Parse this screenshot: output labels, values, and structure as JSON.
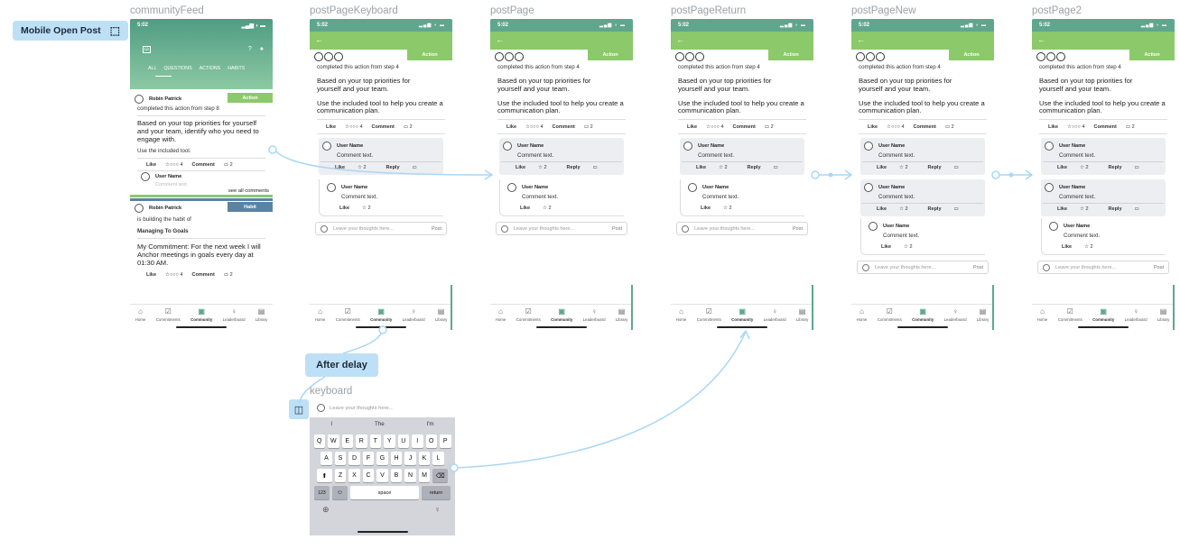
{
  "trigger_label": "Mobile Open Post",
  "delay_label": "After delay",
  "frames": {
    "feed": "communityFeed",
    "keyboard_frame": "postPageKeyboard",
    "post": "postPage",
    "ret": "postPageReturn",
    "newer": "postPageNew",
    "post2": "postPage2",
    "keyboard": "keyboard"
  },
  "status_time": "5:02",
  "tabs": [
    "Home",
    "Commitments",
    "Community",
    "Leaderboard",
    "Library"
  ],
  "feed": {
    "tabs": [
      "ALL",
      "QUESTIONS",
      "ACTIONS",
      "HABITS"
    ],
    "logo": "ω",
    "card1": {
      "user": "Robin Patrick",
      "badge": "Action",
      "sub": "completed this action from step 8",
      "body": "Based on your top priorities for yourself and your team, identify who you need to engage with.",
      "tool": "Use the included tool.",
      "like": "Like",
      "likes": "☆○○○ 4",
      "comment": "Comment",
      "comments": "▭ 2",
      "comment_user": "User Name",
      "comment_text": "Comment text",
      "see_all": "see all comments"
    },
    "card2": {
      "user": "Robin Patrick",
      "badge": "Habit",
      "sub": "is building the habit of",
      "habit": "Managing To Goals",
      "body": "My Commitment: For the next week I will Anchor meetings in goals every day at 01:30 AM.",
      "like": "Like",
      "likes": "☆○○○ 4",
      "comment": "Comment",
      "comments": "▭ 2"
    }
  },
  "post": {
    "badge": "Action",
    "sub": "completed this action from step 4",
    "p1": "Based on your top priorities for yourself and your team.",
    "p2": "Use the included tool to help you create a communication plan.",
    "like": "Like",
    "likes": "☆○○○ 4",
    "comment": "Comment",
    "comments": "▭ 2",
    "c_user": "User Name",
    "c_text": "Comment text.",
    "c_like": "Like",
    "c_stars": "☆ 2",
    "c_reply": "Reply",
    "c_reply_icon": "▭",
    "placeholder": "Leave your thoughts here...",
    "post_btn": "Post"
  },
  "keyboard": {
    "placeholder": "Leave your thoughts here...",
    "suggestions": [
      "I",
      "The",
      "I'm"
    ],
    "row1": [
      "Q",
      "W",
      "E",
      "R",
      "T",
      "Y",
      "U",
      "I",
      "O",
      "P"
    ],
    "row2": [
      "A",
      "S",
      "D",
      "F",
      "G",
      "H",
      "J",
      "K",
      "L"
    ],
    "row3": [
      "Z",
      "X",
      "C",
      "V",
      "B",
      "N",
      "M"
    ],
    "num": "123",
    "emoji": "☺",
    "space": "space",
    "ret": "return",
    "globe": "⊕",
    "mic": "♀"
  },
  "colors": {
    "green": "#8bc96a",
    "teal": "#5fa68f",
    "link": "#a9d7f5",
    "habit": "#5a83a3"
  }
}
